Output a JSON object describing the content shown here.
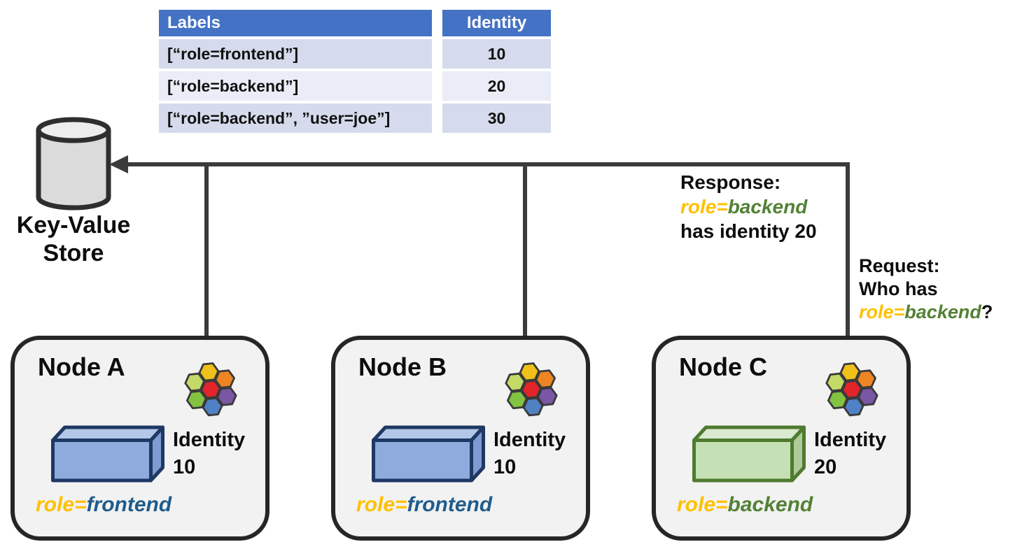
{
  "table": {
    "headers": [
      "Labels",
      "Identity"
    ],
    "rows": [
      {
        "labels": "[“role=frontend”]",
        "identity": "10"
      },
      {
        "labels": "[“role=backend”]",
        "identity": "20"
      },
      {
        "labels": "[“role=backend”, ”user=joe”]",
        "identity": "30"
      }
    ]
  },
  "key_value_store": {
    "icon": "database-cylinder-icon",
    "label_line1": "Key-Value",
    "label_line2": "Store"
  },
  "response": {
    "title": "Response:",
    "role_key": "role=",
    "role_value": "backend",
    "detail": "has identity 20"
  },
  "request": {
    "title": "Request:",
    "question": "Who has",
    "role_key": "role=",
    "role_value": "backend",
    "suffix": "?"
  },
  "nodes": [
    {
      "title": "Node A",
      "identity_label": "Identity",
      "identity_value": "10",
      "role_key": "role=",
      "role_value": "frontend",
      "box_color": "blue",
      "logo": "cilium-hexagon-logo"
    },
    {
      "title": "Node B",
      "identity_label": "Identity",
      "identity_value": "10",
      "role_key": "role=",
      "role_value": "frontend",
      "box_color": "blue",
      "logo": "cilium-hexagon-logo"
    },
    {
      "title": "Node C",
      "identity_label": "Identity",
      "identity_value": "20",
      "role_key": "role=",
      "role_value": "backend",
      "box_color": "green",
      "logo": "cilium-hexagon-logo"
    }
  ],
  "colors": {
    "table_header": "#4472C4",
    "row_band_dark": "#D5DBEC",
    "row_band_light": "#EAEDF7",
    "node_background": "#F2F2F2",
    "node_border": "#262626",
    "arrow": "#3B3B3B",
    "role_key_yellow": "#FFC000",
    "frontend_blue": "#1F5C8B",
    "backend_green": "#538135",
    "cube_blue_front": "#8FAADC",
    "cube_blue_top": "#B4C7E7",
    "cube_blue_side": "#7F9BD1",
    "cube_blue_stroke": "#1F3864",
    "cube_green_front": "#C5E0B4",
    "cube_green_top": "#D9EAD0",
    "cube_green_side": "#AFCB9C",
    "cube_green_stroke": "#4E7B2F",
    "hex_yellow": "#F0C11A",
    "hex_lime": "#C3DA67",
    "hex_orange": "#EE8522",
    "hex_red": "#E3242B",
    "hex_green": "#84C341",
    "hex_purple": "#7A57A5",
    "hex_blue": "#5181C5"
  }
}
